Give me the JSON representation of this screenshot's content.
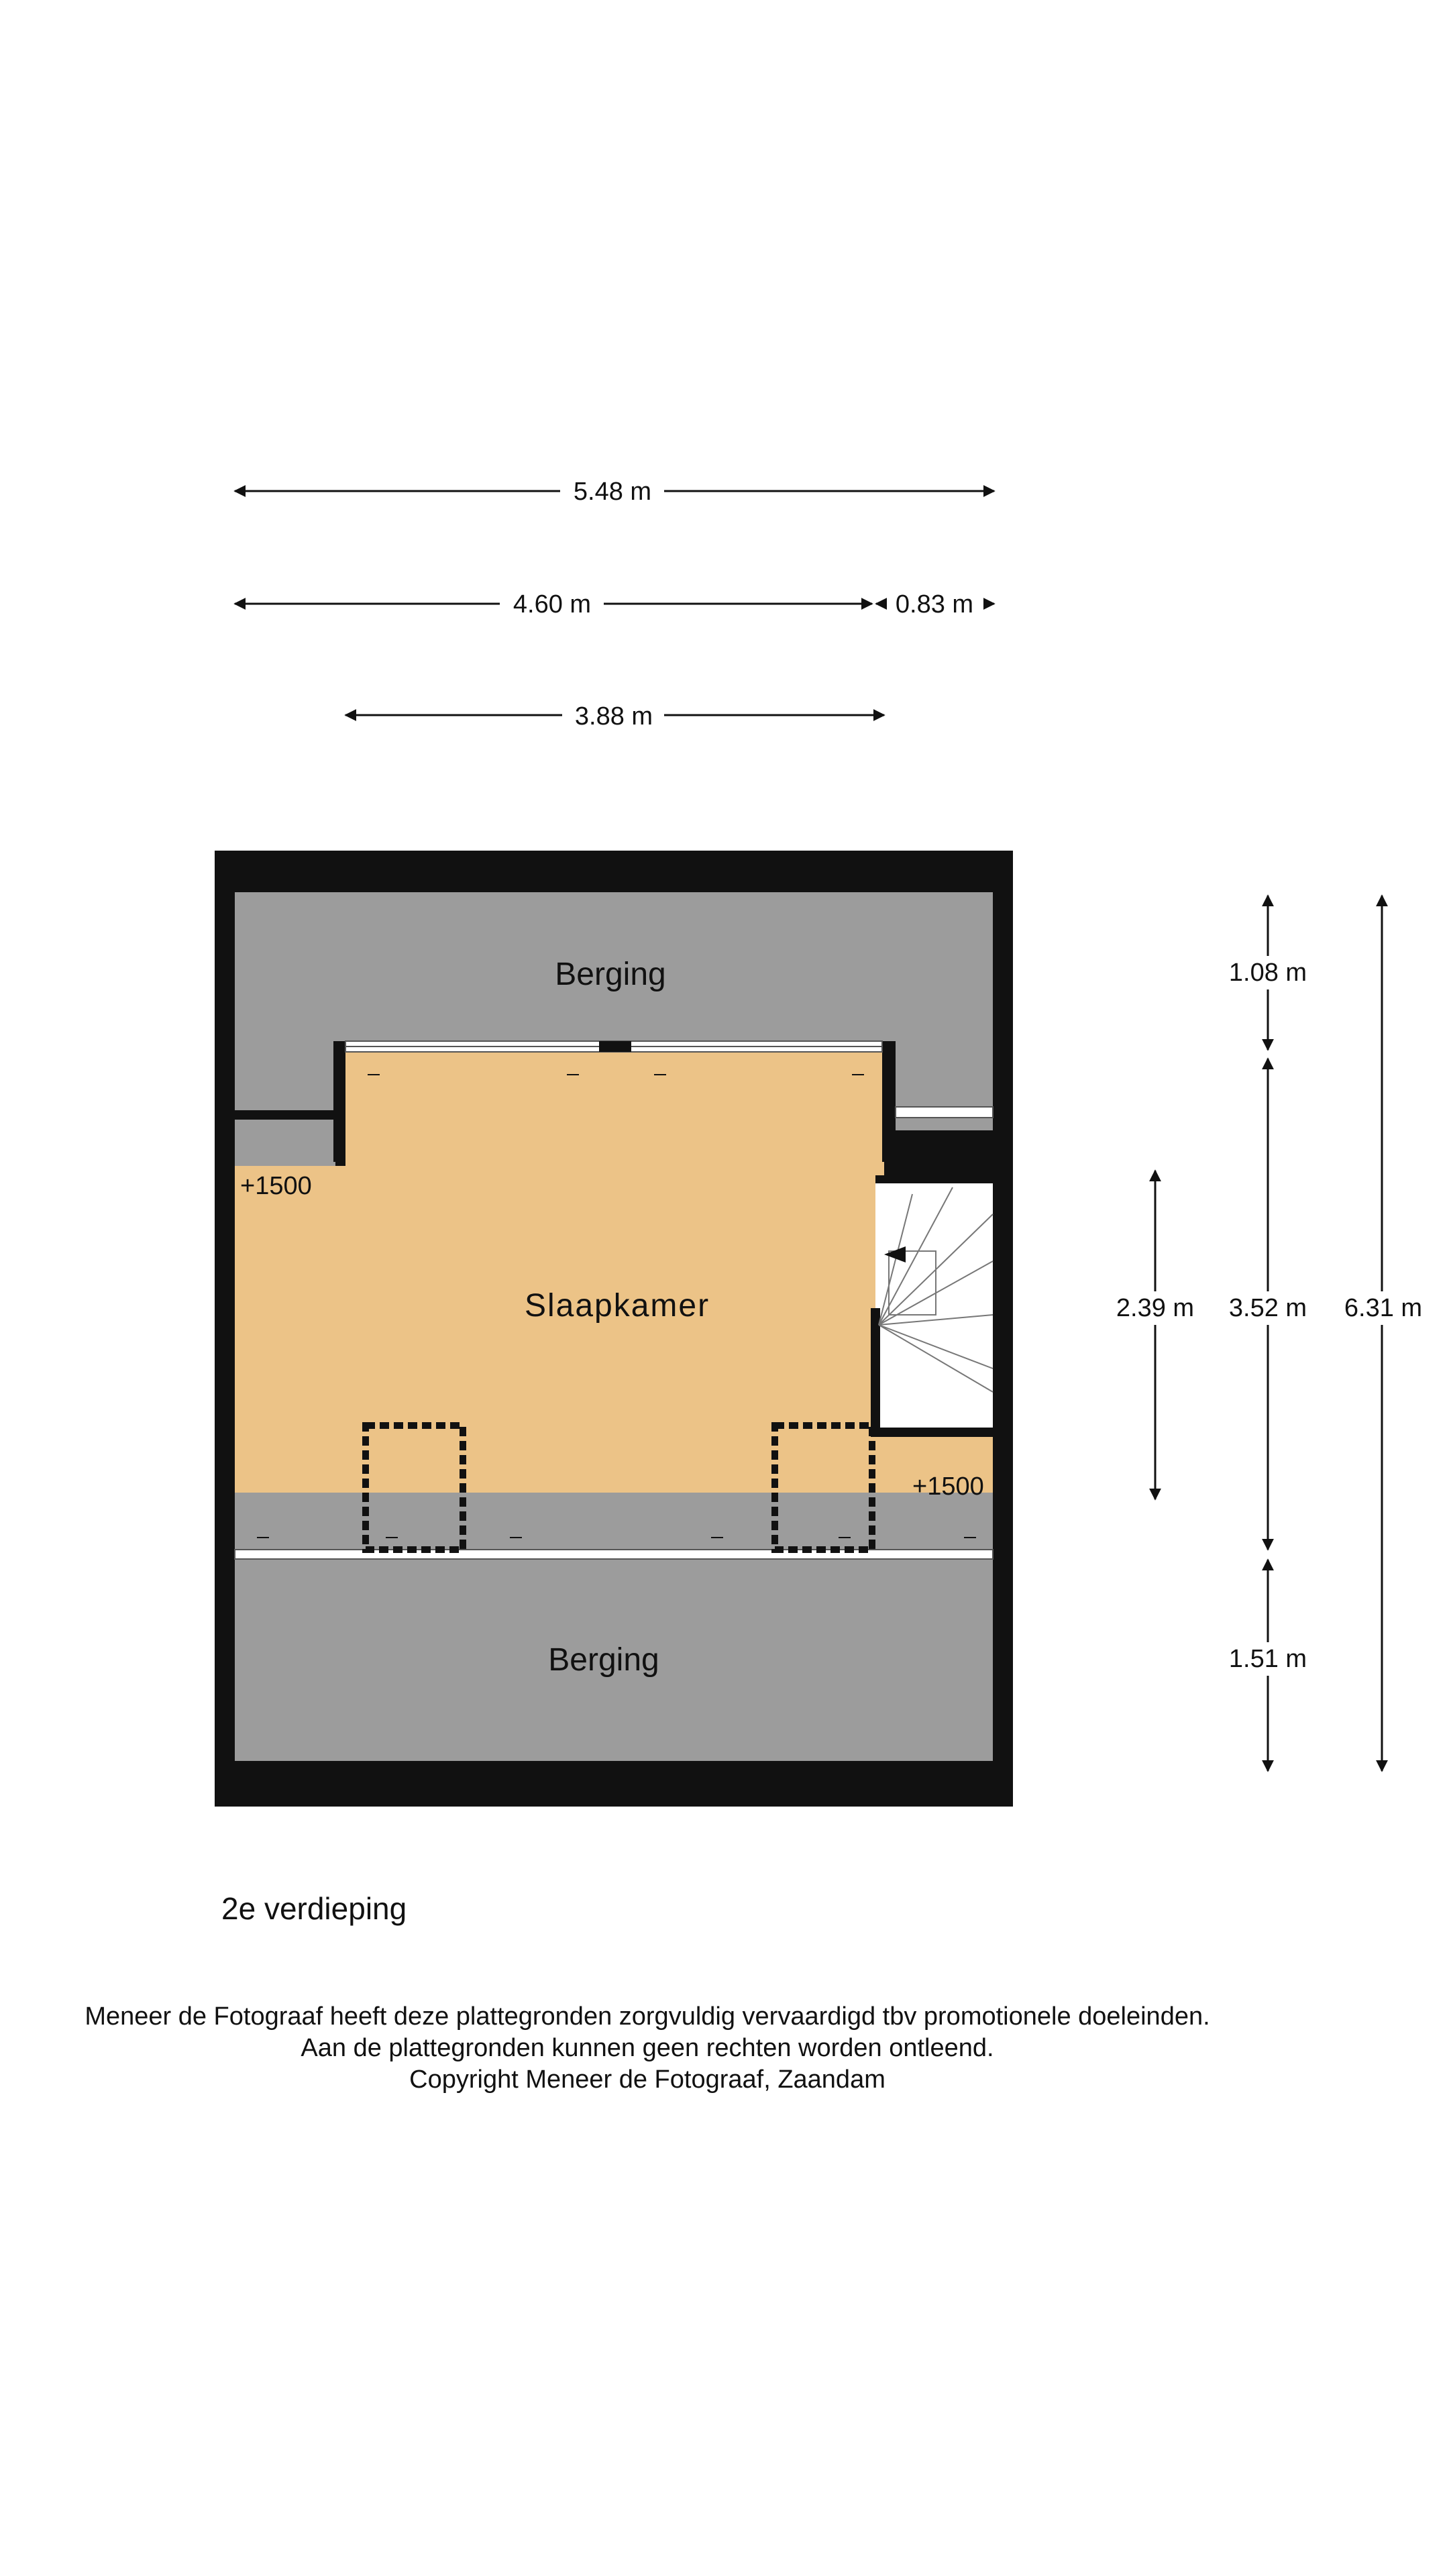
{
  "dimensions": {
    "overall_width": "5.48 m",
    "width_a": "4.60 m",
    "width_b": "0.83 m",
    "inner_width": "3.88 m",
    "depth_top_storage": "1.08 m",
    "depth_bedroom": "3.52 m",
    "depth_bottom_storage": "1.51 m",
    "overall_depth": "6.31 m",
    "knee_height_zone": "2.39 m"
  },
  "rooms": {
    "storage_top": "Berging",
    "bedroom": "Slaapkamer",
    "storage_bottom": "Berging",
    "level_left": "+1500",
    "level_right": "+1500"
  },
  "floor_name": "2e verdieping",
  "disclaimer": [
    "Meneer de Fotograaf heeft deze plattegronden zorgvuldig vervaardigd tbv promotionele doeleinden.",
    "Aan de plattegronden kunnen geen rechten worden ontleend.",
    "Copyright Meneer de Fotograaf, Zaandam"
  ],
  "colors": {
    "wall": "#111111",
    "storage": "#9c9c9c",
    "bedroom": "#ecc387",
    "stair": "#ffffff"
  }
}
